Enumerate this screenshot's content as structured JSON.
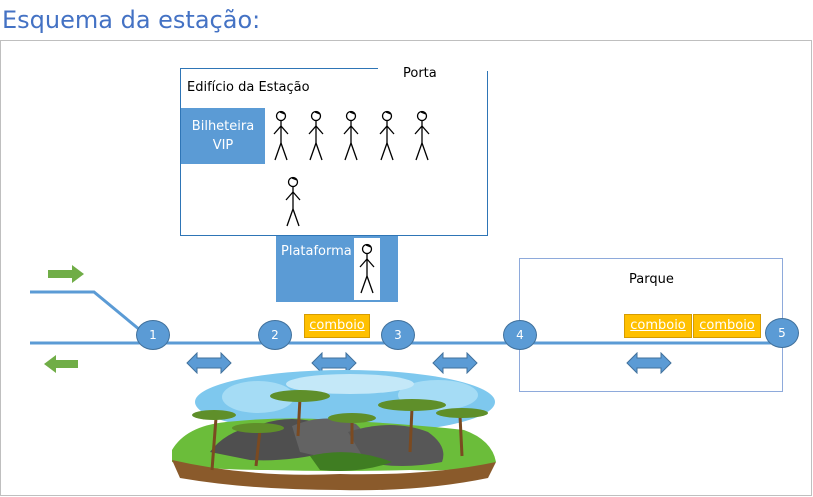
{
  "page": {
    "title": "Esquema da estação:"
  },
  "station": {
    "label": "Edifício da Estação",
    "door_label": "Porta",
    "vip_label": "Bilheteira VIP"
  },
  "platform": {
    "label": "Plataforma"
  },
  "park": {
    "label": "Parque"
  },
  "trains": [
    {
      "label": "comboio"
    },
    {
      "label": "comboio"
    },
    {
      "label": "comboio"
    }
  ],
  "nodes": [
    "1",
    "2",
    "3",
    "4",
    "5"
  ],
  "colors": {
    "title": "#4472c4",
    "track": "#5b9bd5",
    "node": "#5b9bd5",
    "train": "#ffc000",
    "direction_arrow": "#70ad47",
    "double_arrow": "#5b9bd5"
  },
  "icons": {
    "person": "stick-figure-icon",
    "direction": "green-arrow-icon",
    "bidirectional": "double-arrow-icon",
    "landscape": "island-landscape-illustration"
  }
}
